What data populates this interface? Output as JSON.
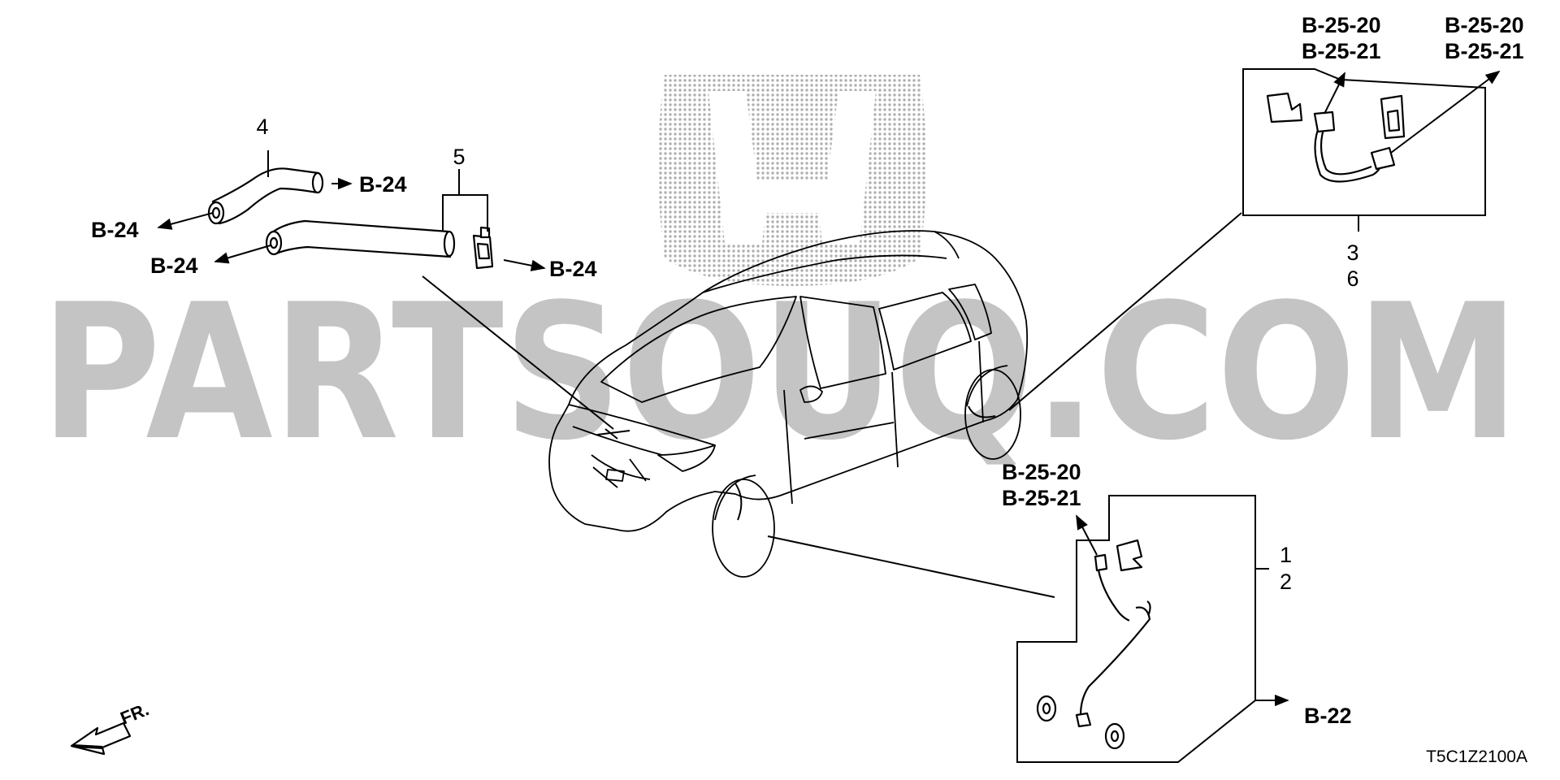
{
  "watermark": {
    "text": "PARTSOUQ.COM"
  },
  "labels": {
    "ref_b24_hose4_right": "B-24",
    "ref_b24_hose4_left": "B-24",
    "ref_b24_hose5_left": "B-24",
    "ref_b24_hose5_right": "B-24",
    "ref_b2520_top_mid": "B-25-20",
    "ref_b2521_top_mid": "B-25-21",
    "ref_b2520_top_right": "B-25-20",
    "ref_b2521_top_right": "B-25-21",
    "ref_b2520_bottom": "B-25-20",
    "ref_b2521_bottom": "B-25-21",
    "ref_b22": "B-22",
    "part_4": "4",
    "part_5": "5",
    "part_3": "3",
    "part_6": "6",
    "part_1": "1",
    "part_2": "2",
    "front_indicator": "FR.",
    "diagram_code": "T5C1Z2100A"
  },
  "colors": {
    "watermark": "#c4c4c4",
    "logo_dots": "#b0b0b0",
    "line": "#000000",
    "background": "#ffffff"
  },
  "icons": [
    "honda-logo-watermark",
    "front-direction-arrow-icon"
  ]
}
